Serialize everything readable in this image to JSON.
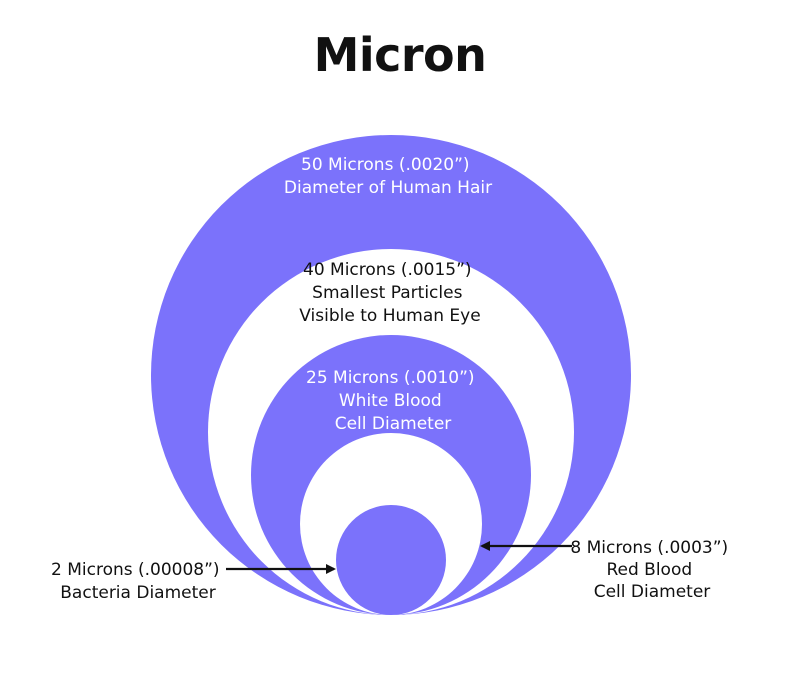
{
  "title": "Micron",
  "colors": {
    "circle_fill": "#7b72fb",
    "gap_fill": "#ffffff",
    "dark_text": "#111111",
    "light_text": "#ffffff"
  },
  "circles": [
    {
      "id": "hair",
      "lines": [
        "50 Microns (.0020”)",
        "Diameter of Human Hair"
      ]
    },
    {
      "id": "eye",
      "lines": [
        "40 Microns (.0015”)",
        "Smallest Particles",
        "Visible to Human Eye"
      ]
    },
    {
      "id": "wbc",
      "lines": [
        "25 Microns (.0010”)",
        "White Blood",
        "Cell Diameter"
      ]
    },
    {
      "id": "rbc",
      "lines": [
        "8 Microns (.0003”)",
        "Red Blood",
        "Cell Diameter"
      ]
    },
    {
      "id": "bacteria",
      "lines": [
        "2 Microns (.00008”)",
        "Bacteria Diameter"
      ]
    }
  ]
}
